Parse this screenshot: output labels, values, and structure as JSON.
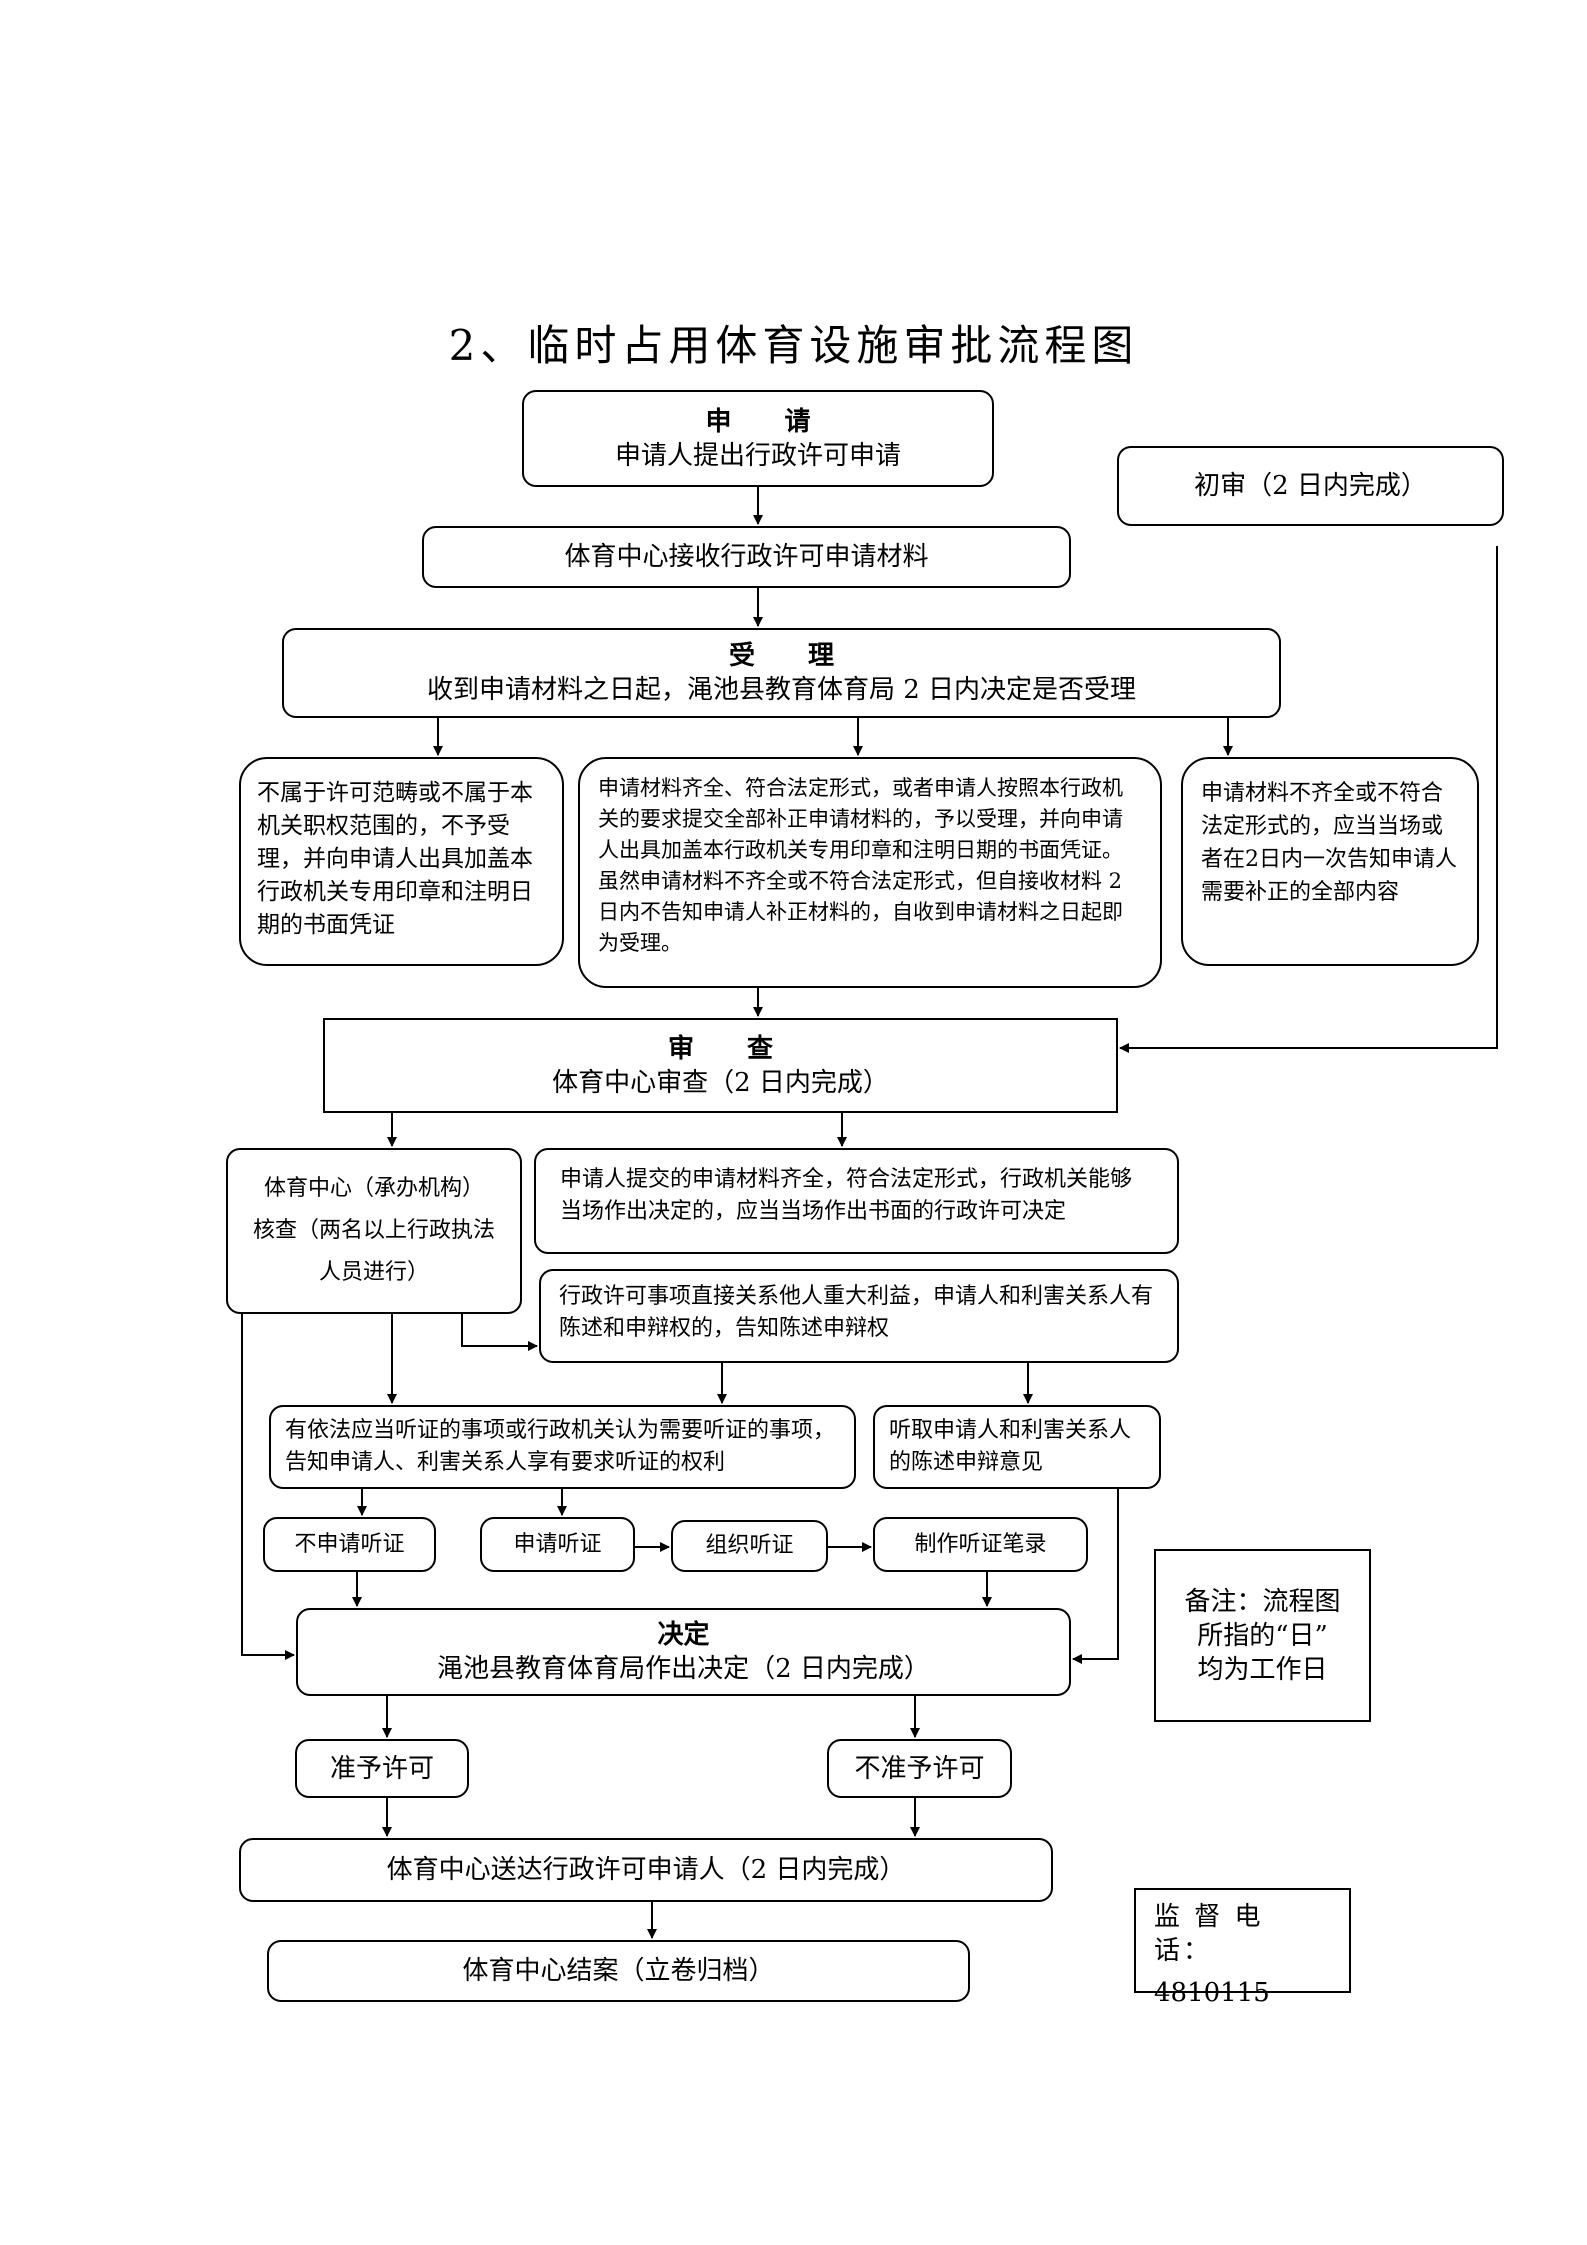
{
  "title": "2、临时占用体育设施审批流程图",
  "apply": {
    "heading": "申  请",
    "text": "申请人提出行政许可申请"
  },
  "prelim": {
    "text": "初审（2 日内完成）"
  },
  "receive": {
    "text": "体育中心接收行政许可申请材料"
  },
  "accept": {
    "heading": "受  理",
    "text": "收到申请材料之日起，渑池县教育体育局 2 日内决定是否受理"
  },
  "reject_scope": {
    "text": "不属于许可范畴或不属于本机关职权范围的，不予受理，并向申请人出具加盖本行政机关专用印章和注明日期的书面凭证"
  },
  "accept_complete": {
    "text": "申请材料齐全、符合法定形式，或者申请人按照本行政机关的要求提交全部补正申请材料的，予以受理，并向申请人出具加盖本行政机关专用印章和注明日期的书面凭证。虽然申请材料不齐全或不符合法定形式，但自接收材料 2 日内不告知申请人补正材料的，自收到申请材料之日起即为受理。"
  },
  "incomplete": {
    "text": "申请材料不齐全或不符合法定形式的，应当当场或者在2日内一次告知申请人需要补正的全部内容"
  },
  "review": {
    "heading": "审  查",
    "text": "体育中心审查（2 日内完成）"
  },
  "verify": {
    "line1": "体育中心（承办机构）",
    "line2": "核查（两名以上行政执法",
    "line3": "人员进行）"
  },
  "onsite": {
    "text": "申请人提交的申请材料齐全，符合法定形式，行政机关能够当场作出决定的，应当当场作出书面的行政许可决定"
  },
  "major_interest": {
    "text": "行政许可事项直接关系他人重大利益，申请人和利害关系人有陈述和申辩权的，告知陈述申辩权"
  },
  "hearing_notice": {
    "text": "有依法应当听证的事项或行政机关认为需要听证的事项，告知申请人、利害关系人享有要求听证的权利"
  },
  "listen": {
    "text": "听取申请人和利害关系人的陈述申辩意见"
  },
  "no_hearing": {
    "text": "不申请听证"
  },
  "request_hearing": {
    "text": "申请听证"
  },
  "organize_hearing": {
    "text": "组织听证"
  },
  "hearing_record": {
    "text": "制作听证笔录"
  },
  "decision": {
    "heading": "决定",
    "text": "渑池县教育体育局作出决定（2 日内完成）"
  },
  "note": {
    "line1": "备注：流程图",
    "line2": "所指的“日”",
    "line3": "均为工作日"
  },
  "grant": {
    "text": "准予许可"
  },
  "deny": {
    "text": "不准予许可"
  },
  "deliver": {
    "text": "体育中心送达行政许可申请人（2 日内完成）"
  },
  "close": {
    "text": "体育中心结案（立卷归档）"
  },
  "supervise": {
    "label": "监 督 电 话：",
    "phone": "4810115"
  }
}
